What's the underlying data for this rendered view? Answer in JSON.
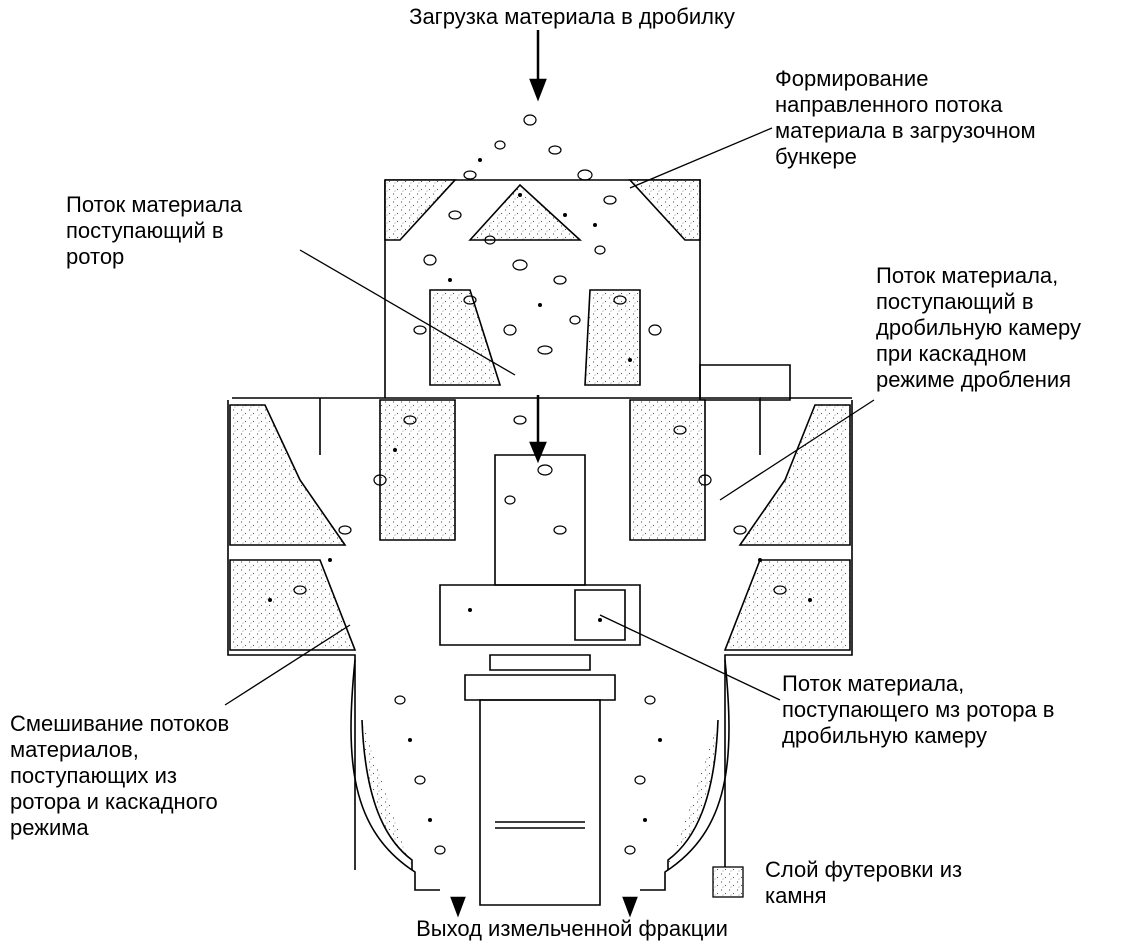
{
  "labels": {
    "material_loading": "Загрузка материала в дробилку",
    "flow_formation": "Формирование\nнаправленного потока\nматериала в загрузочном\nбункере",
    "flow_into_rotor": "Поток материала\nпоступающий в\nротор",
    "flow_cascade": "Поток материала,\nпоступающий в\nдробильную камеру\nпри каскадном\nрежиме дробления",
    "flows_mixing": "Смешивание потоков\nматериалов,\nпоступающих из\nротора и каскадного\nрежима",
    "flow_from_rotor": "Поток материала,\nпоступающего мз ротора в\nдробильную камеру",
    "legend_lining": "Слой футеровки из\nкамня",
    "fraction_exit": "Выход измельченной фракции"
  }
}
